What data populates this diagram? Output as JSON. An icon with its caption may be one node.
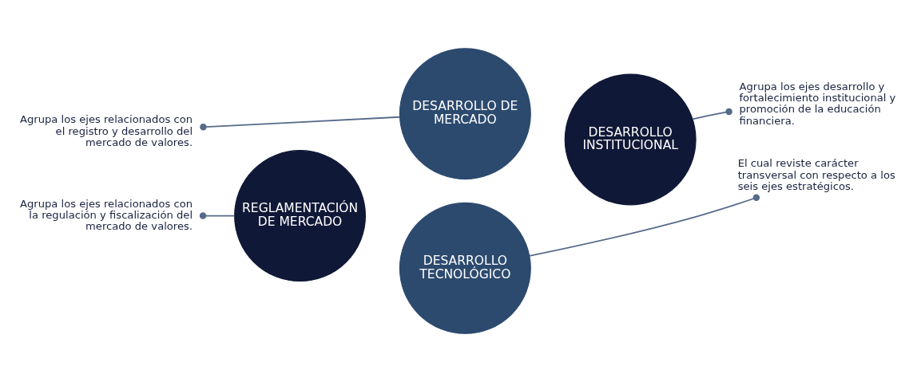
{
  "diagram": {
    "nodes": [
      {
        "text": [
          "Agrupa los ejes relacionados con el registro y desarrollo del mercado de valores."
        ]
      },
      {
        "text": [
          "DESARROLLO DE MERCADO"
        ]
      },
      {
        "text": [
          "Agrupa los ejes desarrollo y fortalecimiento institucional y promoción de la educación financiera."
        ]
      },
      {
        "text": [
          "REGLAMENTACIÓN DE MERCADO"
        ]
      },
      {
        "text": [
          "DESARROLLO INSTITUCIONAL"
        ]
      },
      {
        "text": [
          "Agrupa los ejes relacionados con la regulación y fiscalización del mercado de valores."
        ]
      },
      {
        "text": [
          "El cual reviste carácter transversal con respecto a los seis ejes estratégicos."
        ]
      },
      {
        "text": [
          "DESARROLLO TECNOLÓGICO"
        ]
      }
    ],
    "edges": [
      {
        "from": 0,
        "to": 1,
        "arrow": "other"
      },
      {
        "from": 2,
        "to": 4,
        "arrow": "other"
      },
      {
        "from": 5,
        "to": 3,
        "arrow": "other"
      },
      {
        "from": 6,
        "to": 7,
        "arrow": "other"
      }
    ]
  }
}
